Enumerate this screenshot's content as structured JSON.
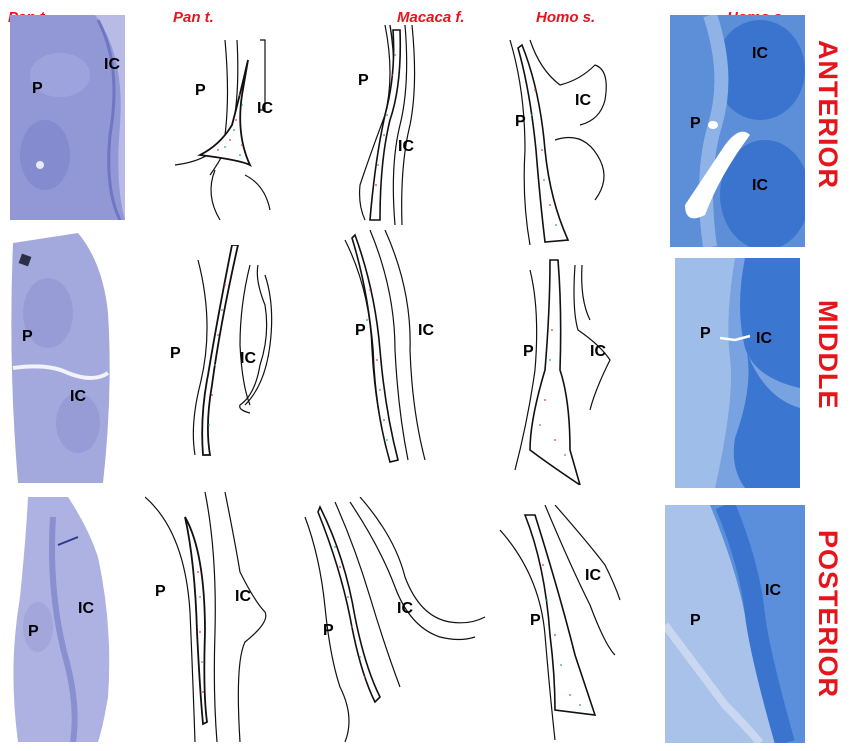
{
  "column_headers": [
    "Pan t.",
    "Pan t.",
    "Macaca f.",
    "Homo s.",
    "Homo s."
  ],
  "levels": [
    "ANTERIOR",
    "MIDDLE",
    "POSTERIOR"
  ],
  "labels": {
    "p": "P",
    "ic": "IC"
  },
  "colors": {
    "header_red": "#e8141c",
    "nissl_blue": "#8f95d4",
    "myelin_blue": "#3f7fd2",
    "outline": "#111111",
    "dot_red": "#e53935",
    "dot_teal": "#26a69a"
  }
}
